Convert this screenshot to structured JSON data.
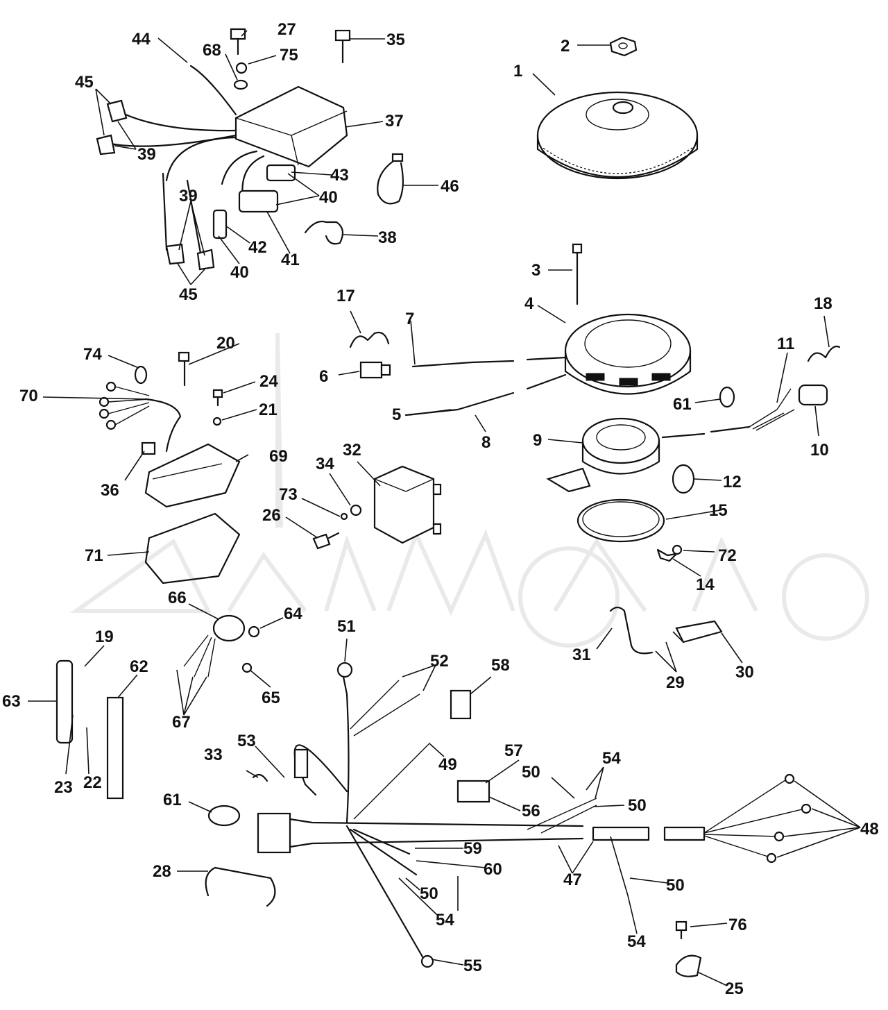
{
  "diagram": {
    "callouts": [
      "1",
      "2",
      "3",
      "4",
      "5",
      "6",
      "7",
      "8",
      "9",
      "10",
      "11",
      "12",
      "14",
      "15",
      "17",
      "18",
      "19",
      "20",
      "21",
      "22",
      "23",
      "24",
      "25",
      "26",
      "27",
      "28",
      "29",
      "30",
      "31",
      "32",
      "33",
      "34",
      "35",
      "36",
      "37",
      "38",
      "39",
      "40",
      "41",
      "42",
      "43",
      "44",
      "45",
      "46",
      "47",
      "48",
      "49",
      "50",
      "51",
      "52",
      "53",
      "54",
      "55",
      "56",
      "57",
      "58",
      "59",
      "60",
      "61",
      "62",
      "63",
      "64",
      "65",
      "66",
      "67",
      "68",
      "69",
      "70",
      "71",
      "72",
      "73",
      "74",
      "75",
      "76"
    ]
  }
}
